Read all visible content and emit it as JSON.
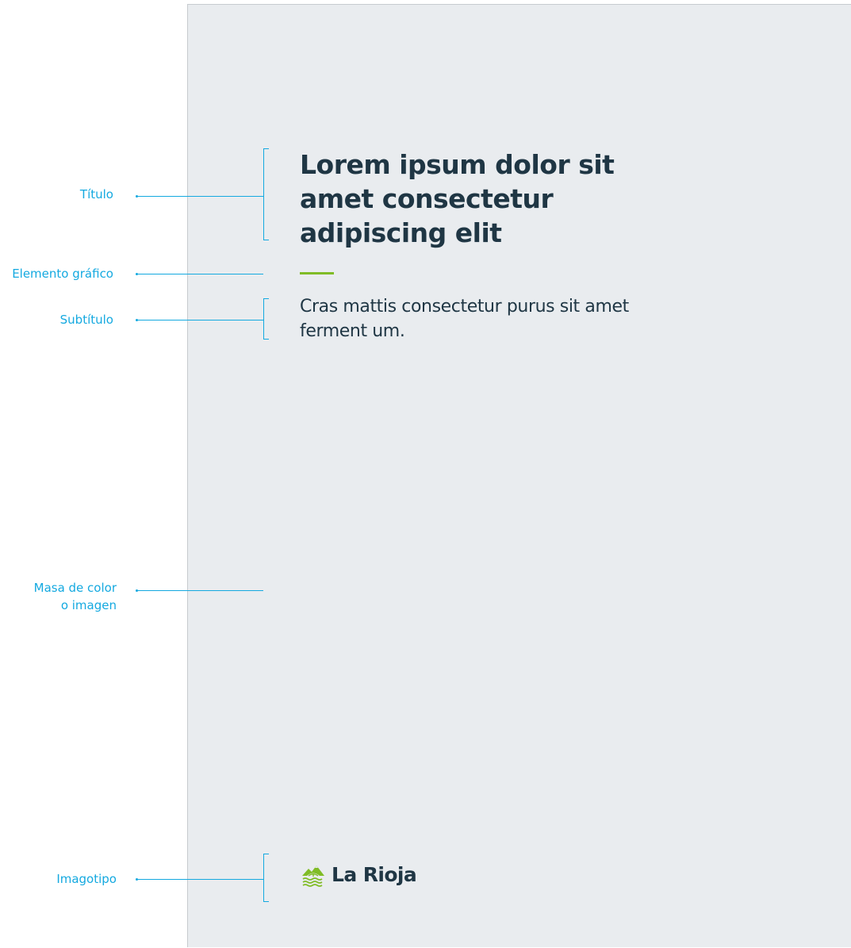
{
  "annotations": {
    "titulo": "Título",
    "elemento_grafico": "Elemento gráfico",
    "subtitulo": "Subtítulo",
    "masa_line1": "Masa de color",
    "masa_line2": "o imagen",
    "imagotipo": "Imagotipo"
  },
  "document": {
    "title": "Lorem ipsum dolor sit amet consectetur adipiscing elit",
    "subtitle": "Cras mattis consectetur purus sit amet ferment um.",
    "logo_text": "La Rioja"
  },
  "colors": {
    "annotation": "#14a9e0",
    "page_background": "#e9ecef",
    "text": "#1f3644",
    "accent": "#80bc26"
  },
  "icons": {
    "logo": "la-rioja-mountain-river-icon"
  }
}
